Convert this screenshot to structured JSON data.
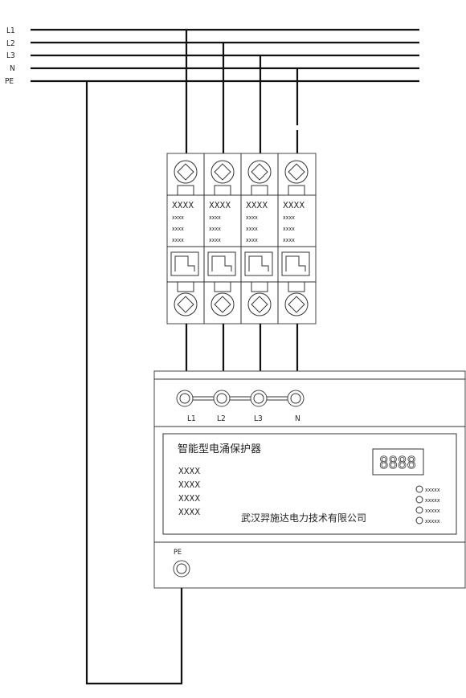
{
  "busbars": [
    {
      "name": "L1",
      "label": "L1"
    },
    {
      "name": "L2",
      "label": "L2"
    },
    {
      "name": "L3",
      "label": "L3"
    },
    {
      "name": "N",
      "label": "N"
    },
    {
      "name": "PE",
      "label": "PE"
    }
  ],
  "breaker": {
    "modules": [
      {
        "title": "XXXX",
        "lines": [
          "xxxx",
          "xxxx",
          "xxxx"
        ]
      },
      {
        "title": "XXXX",
        "lines": [
          "xxxx",
          "xxxx",
          "xxxx"
        ]
      },
      {
        "title": "XXXX",
        "lines": [
          "xxxx",
          "xxxx",
          "xxxx"
        ]
      },
      {
        "title": "XXXX",
        "lines": [
          "xxxx",
          "xxxx",
          "xxxx"
        ]
      }
    ]
  },
  "protector": {
    "terminals": [
      "L1",
      "L2",
      "L3",
      "N"
    ],
    "title": "智能型电涌保护器",
    "spec_lines": [
      "XXXX",
      "XXXX",
      "XXXX",
      "XXXX"
    ],
    "manufacturer": "武汉羿施达电力技术有限公司",
    "display_digits": "8888",
    "indicators": [
      "xxxxx",
      "xxxxx",
      "xxxxx",
      "xxxxx"
    ],
    "pe_label": "PE"
  }
}
